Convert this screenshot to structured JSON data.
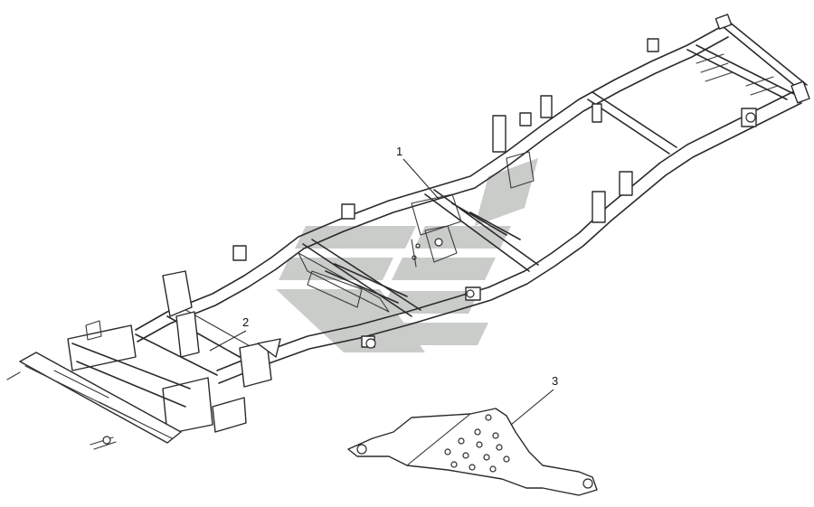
{
  "callouts": [
    {
      "id": "1",
      "label": "1"
    },
    {
      "id": "2",
      "label": "2"
    },
    {
      "id": "3",
      "label": "3"
    }
  ],
  "colors": {
    "line": "#2a2a2a",
    "watermark": "#b9bdb9",
    "background": "#ffffff"
  }
}
